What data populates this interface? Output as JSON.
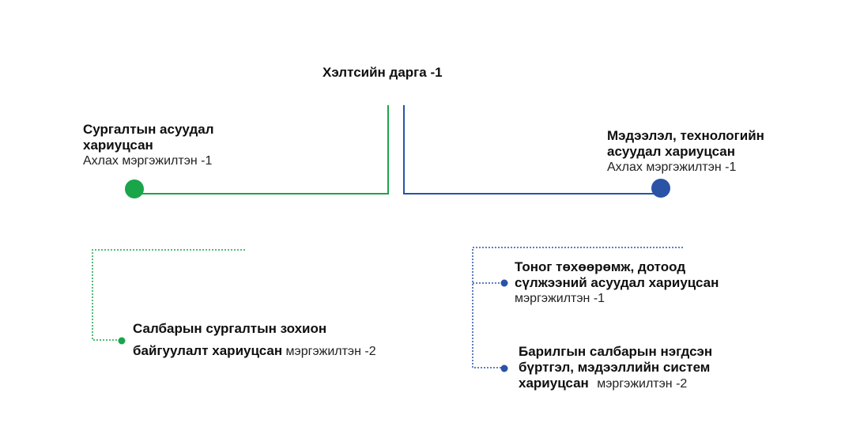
{
  "colors": {
    "green": "#1aa54a",
    "blue": "#2a53a6"
  },
  "head": {
    "title": "Хэлтсийн дарга -1"
  },
  "left_branch": {
    "title_line1": "Сургалтын асуудал",
    "title_line2": "хариуцсан",
    "role": "Ахлах мэргэжилтэн -1"
  },
  "right_branch": {
    "title_line1": "Мэдээлэл, технологийн",
    "title_line2": "асуудал хариуцсан",
    "role": "Ахлах мэргэжилтэн -1"
  },
  "left_sub": {
    "title_line1": "Салбарын сургалтын зохион",
    "title_line2": "байгуулалт хариуцсан",
    "role": "мэргэжилтэн -2"
  },
  "right_sub_1": {
    "title_line1": "Тоног төхөөрөмж, дотоод",
    "title_line2": "сүлжээний асуудал хариуцсан",
    "role": "мэргэжилтэн -1"
  },
  "right_sub_2": {
    "title_line1": "Барилгын салбарын нэгдсэн",
    "title_line2": "бүртгэл, мэдээллийн систем",
    "title_line3": "хариуцсан",
    "role": "мэргэжилтэн -2"
  }
}
